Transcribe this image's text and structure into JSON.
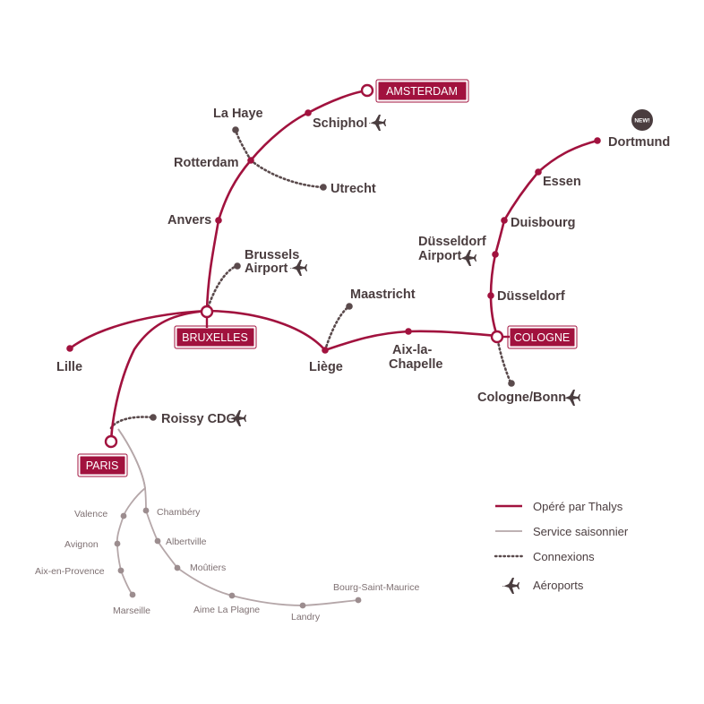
{
  "colors": {
    "thalys": "#a1123e",
    "seasonal": "#b5a7a9",
    "connection": "#5a4a4c",
    "text": "#4a3d3f",
    "seasonal_text": "#7e7072"
  },
  "hubs": {
    "amsterdam": "AMSTERDAM",
    "bruxelles": "BRUXELLES",
    "cologne": "COLOGNE",
    "paris": "PARIS"
  },
  "stations": {
    "schiphol": "Schiphol",
    "la_haye": "La Haye",
    "rotterdam": "Rotterdam",
    "utrecht": "Utrecht",
    "anvers": "Anvers",
    "brussels_airport_1": "Brussels",
    "brussels_airport_2": "Airport",
    "lille": "Lille",
    "maastricht": "Maastricht",
    "liege": "Liège",
    "aix_1": "Aix-la-",
    "aix_2": "Chapelle",
    "dortmund": "Dortmund",
    "essen": "Essen",
    "duisbourg": "Duisbourg",
    "dusseldorf_airport_1": "Düsseldorf",
    "dusseldorf_airport_2": "Airport",
    "dusseldorf": "Düsseldorf",
    "cologne_bonn": "Cologne/Bonn",
    "roissy": "Roissy CDG"
  },
  "new_badge": "NEW!",
  "seasonal_stations": {
    "valence": "Valence",
    "avignon": "Avignon",
    "aix_en_provence": "Aix-en-Provence",
    "marseille": "Marseille",
    "chambery": "Chambéry",
    "albertville": "Albertville",
    "moutiers": "Moûtiers",
    "aime": "Aime La Plagne",
    "landry": "Landry",
    "bourg": "Bourg-Saint-Maurice"
  },
  "legend": {
    "thalys": "Opéré par Thalys",
    "seasonal": "Service saisonnier",
    "connections": "Connexions",
    "airports": "Aéroports"
  },
  "icons": {
    "airport": "airplane-icon"
  }
}
